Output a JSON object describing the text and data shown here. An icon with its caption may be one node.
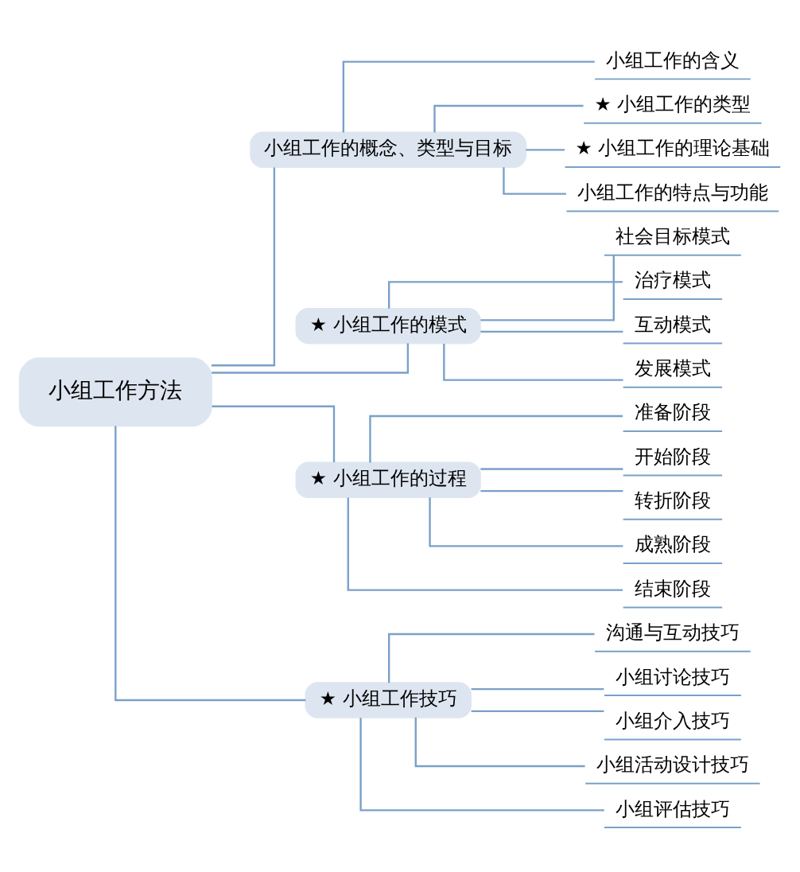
{
  "diagram": {
    "nodes": [
      {
        "text": [
          "小组工作方法"
        ]
      },
      {
        "text": [
          "小组工作的概念、类型与目标"
        ]
      },
      {
        "text": [
          "小组工作的含义"
        ]
      },
      {
        "text": [
          "★ 小组工作的类型"
        ]
      },
      {
        "text": [
          "★ 小组工作的理论基础"
        ]
      },
      {
        "text": [
          "小组工作的特点与功能"
        ]
      },
      {
        "text": [
          "★ 小组工作的模式"
        ]
      },
      {
        "text": [
          "社会目标模式"
        ]
      },
      {
        "text": [
          "治疗模式"
        ]
      },
      {
        "text": [
          "互动模式"
        ]
      },
      {
        "text": [
          "发展模式"
        ]
      },
      {
        "text": [
          "★ 小组工作的过程"
        ]
      },
      {
        "text": [
          "准备阶段"
        ]
      },
      {
        "text": [
          "开始阶段"
        ]
      },
      {
        "text": [
          "转折阶段"
        ]
      },
      {
        "text": [
          "成熟阶段"
        ]
      },
      {
        "text": [
          "结束阶段"
        ]
      },
      {
        "text": [
          "★ 小组工作技巧"
        ]
      },
      {
        "text": [
          "沟通与互动技巧"
        ]
      },
      {
        "text": [
          "小组讨论技巧"
        ]
      },
      {
        "text": [
          "小组介入技巧"
        ]
      },
      {
        "text": [
          "小组活动设计技巧"
        ]
      },
      {
        "text": [
          "小组评估技巧"
        ]
      }
    ],
    "edges": [
      {
        "from": 0,
        "to": 1,
        "arrow": "none"
      },
      {
        "from": 1,
        "to": 2,
        "arrow": "none"
      },
      {
        "from": 1,
        "to": 3,
        "arrow": "none"
      },
      {
        "from": 1,
        "to": 4,
        "arrow": "none"
      },
      {
        "from": 1,
        "to": 5,
        "arrow": "none"
      },
      {
        "from": 0,
        "to": 6,
        "arrow": "none"
      },
      {
        "from": 6,
        "to": 7,
        "arrow": "none"
      },
      {
        "from": 6,
        "to": 8,
        "arrow": "none"
      },
      {
        "from": 6,
        "to": 9,
        "arrow": "none"
      },
      {
        "from": 6,
        "to": 10,
        "arrow": "none"
      },
      {
        "from": 0,
        "to": 11,
        "arrow": "none"
      },
      {
        "from": 11,
        "to": 12,
        "arrow": "none"
      },
      {
        "from": 11,
        "to": 13,
        "arrow": "none"
      },
      {
        "from": 11,
        "to": 14,
        "arrow": "none"
      },
      {
        "from": 11,
        "to": 15,
        "arrow": "none"
      },
      {
        "from": 11,
        "to": 16,
        "arrow": "none"
      },
      {
        "from": 0,
        "to": 17,
        "arrow": "none"
      },
      {
        "from": 17,
        "to": 18,
        "arrow": "none"
      },
      {
        "from": 17,
        "to": 19,
        "arrow": "none"
      },
      {
        "from": 17,
        "to": 20,
        "arrow": "none"
      },
      {
        "from": 17,
        "to": 21,
        "arrow": "none"
      },
      {
        "from": 17,
        "to": 22,
        "arrow": "none"
      }
    ]
  }
}
